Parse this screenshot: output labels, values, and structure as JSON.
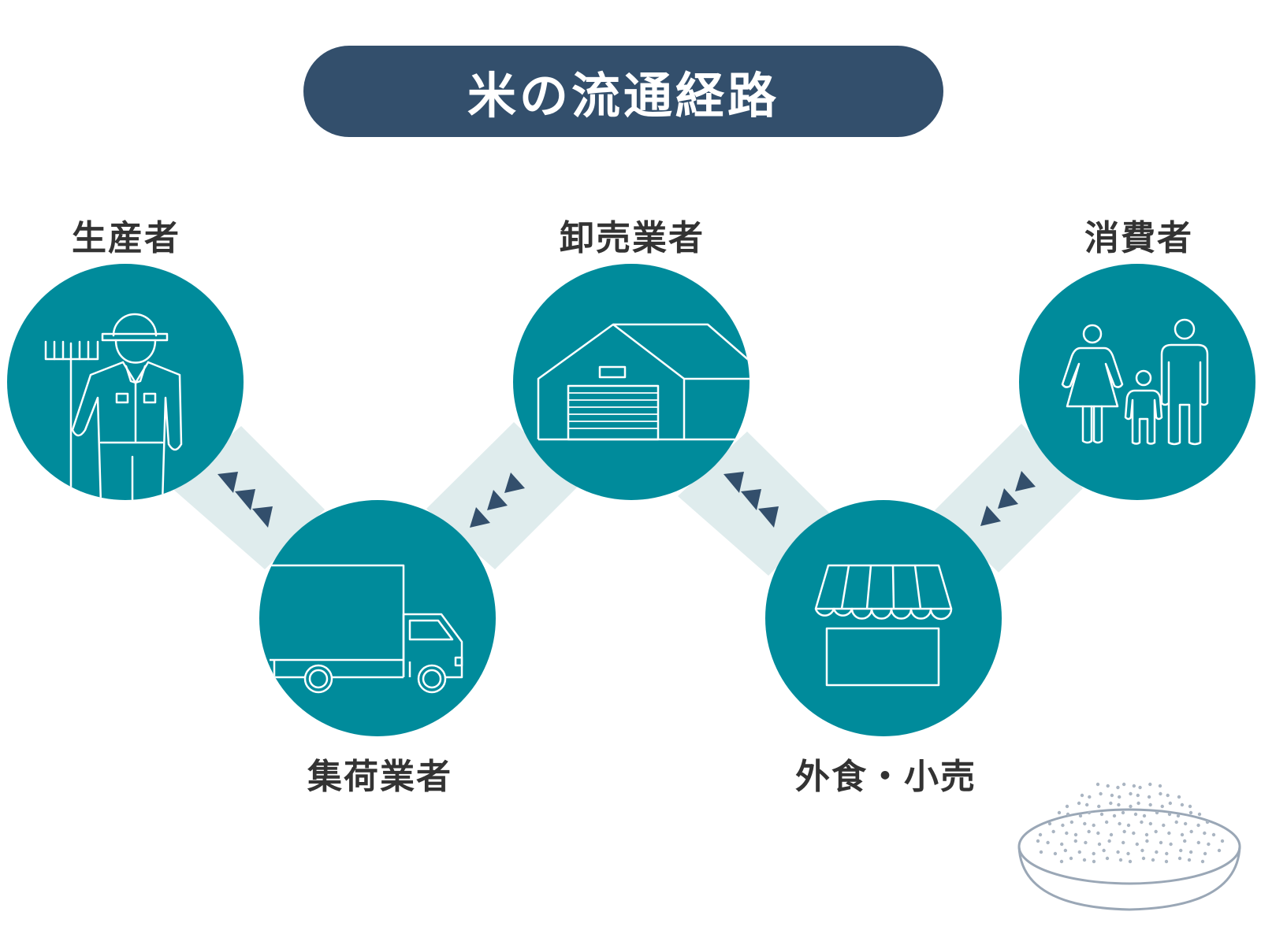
{
  "title": "米の流通経路",
  "stages": [
    {
      "label": "生産者",
      "icon": "farmer-icon"
    },
    {
      "label": "集荷業者",
      "icon": "truck-icon"
    },
    {
      "label": "卸売業者",
      "icon": "warehouse-icon"
    },
    {
      "label": "外食・小売",
      "icon": "storefront-icon"
    },
    {
      "label": "消費者",
      "icon": "family-icon"
    }
  ],
  "decoration": {
    "icon": "rice-bowl-icon"
  },
  "colors": {
    "title_bg": "#334f6c",
    "circle": "#008b9b",
    "connector": "#dfeced",
    "arrow": "#334f6c",
    "label_text": "#333333",
    "bowl": "#9aa7b6"
  }
}
